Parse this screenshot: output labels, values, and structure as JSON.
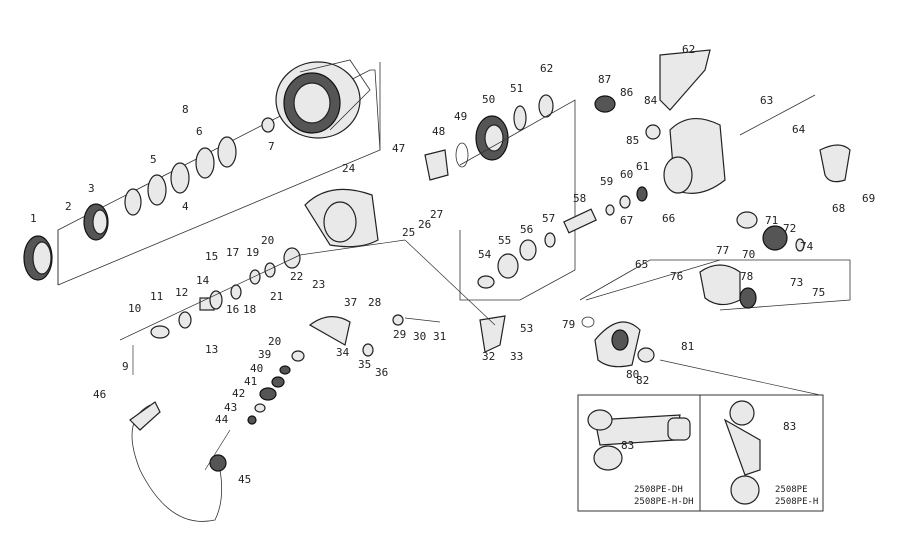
{
  "labels": {
    "p1": "1",
    "p2": "2",
    "p3": "3",
    "p4": "4",
    "p5": "5",
    "p6": "6",
    "p7": "7",
    "p8": "8",
    "p9": "9",
    "p10": "10",
    "p11": "11",
    "p12": "12",
    "p13": "13",
    "p14": "14",
    "p15": "15",
    "p16": "16",
    "p17": "17",
    "p18": "18",
    "p19": "19",
    "p20": "20",
    "p21": "21",
    "p22": "22",
    "p23": "23",
    "p24": "24",
    "p25": "25",
    "p26": "26",
    "p27": "27",
    "p28": "28",
    "p29": "29",
    "p30": "30",
    "p31": "31",
    "p32": "32",
    "p33": "33",
    "p34": "34",
    "p35": "35",
    "p36": "36",
    "p37": "37",
    "p39": "39",
    "p40": "40",
    "p41": "41",
    "p42": "42",
    "p43": "43",
    "p44": "44",
    "p45": "45",
    "p46": "46",
    "p47": "47",
    "p48": "48",
    "p49": "49",
    "p50": "50",
    "p51": "51",
    "p53": "53",
    "p54": "54",
    "p55": "55",
    "p56": "56",
    "p57": "57",
    "p58": "58",
    "p59": "59",
    "p60": "60",
    "p61": "61",
    "p62": "62",
    "p63": "63",
    "p64": "64",
    "p65": "65",
    "p66": "66",
    "p67": "67",
    "p68": "68",
    "p69": "69",
    "p70": "70",
    "p71": "71",
    "p72": "72",
    "p73": "73",
    "p74": "74",
    "p75": "75",
    "p76": "76",
    "p77": "77",
    "p78": "78",
    "p79": "79",
    "p80": "80",
    "p81": "81",
    "p82": "82",
    "p83": "83",
    "p84": "84",
    "p85": "85",
    "p86": "86",
    "p87": "87",
    "p62b": "62",
    "p20b": "20",
    "inset83a": "83",
    "inset83b": "83"
  },
  "inset": {
    "left_model_1": "2508PE-DH",
    "left_model_2": "2508PE-H-DH",
    "right_model_1": "2508PE",
    "right_model_2": "2508PE-H"
  }
}
